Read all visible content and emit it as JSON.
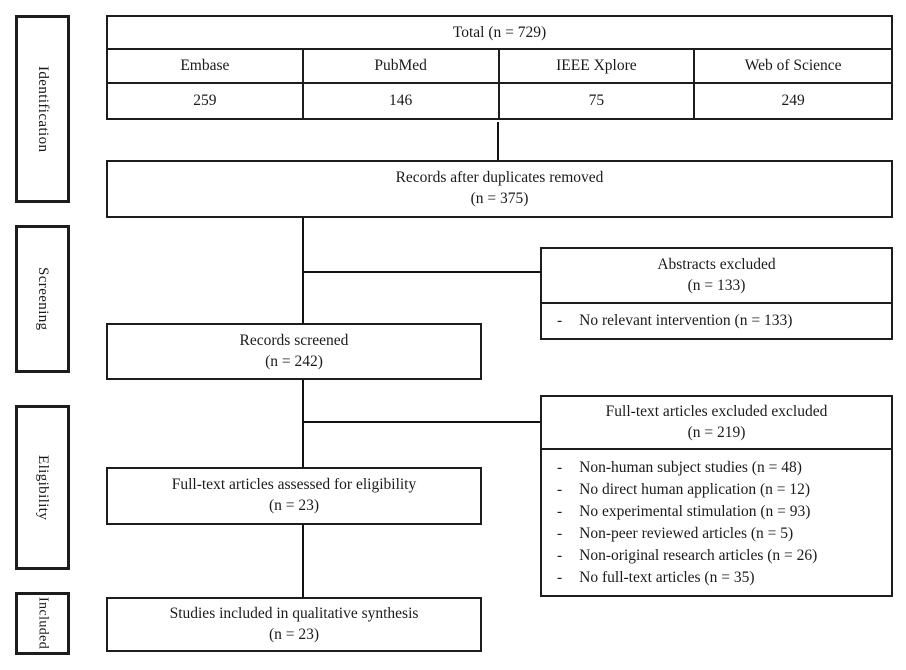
{
  "sidebar": {
    "stages": [
      {
        "label": "Identification"
      },
      {
        "label": "Screening"
      },
      {
        "label": "Eligibility"
      },
      {
        "label": "Included"
      }
    ]
  },
  "identification": {
    "total_label": "Total (n = 729)",
    "sources": [
      {
        "name": "Embase",
        "count": "259"
      },
      {
        "name": "PubMed",
        "count": "146"
      },
      {
        "name": "IEEE Xplore",
        "count": "75"
      },
      {
        "name": "Web of Science",
        "count": "249"
      }
    ],
    "duplicates_removed": {
      "line1": "Records after duplicates removed",
      "line2": "(n = 375)"
    }
  },
  "screening": {
    "records_screened": {
      "line1": "Records screened",
      "line2": "(n = 242)"
    },
    "abstracts_excluded": {
      "title": "Abstracts excluded",
      "count": "(n = 133)",
      "reasons": [
        "No relevant intervention (n = 133)"
      ]
    }
  },
  "eligibility": {
    "assessed": {
      "line1": "Full-text articles assessed for eligibility",
      "line2": "(n = 23)"
    },
    "fulltext_excluded": {
      "title": "Full-text articles excluded excluded",
      "count": "(n = 219)",
      "reasons": [
        "Non-human subject studies (n = 48)",
        "No direct human application (n = 12)",
        "No experimental stimulation (n = 93)",
        "Non-peer reviewed articles (n = 5)",
        "Non-original research articles (n = 26)",
        "No full-text articles (n = 35)"
      ]
    }
  },
  "included": {
    "qualitative_synthesis": {
      "line1": "Studies included in qualitative synthesis",
      "line2": "(n = 23)"
    }
  },
  "bullet_marker": "-",
  "colors": {
    "border": "#1d1d1d",
    "text": "#1a1a1a",
    "background": "#ffffff"
  }
}
